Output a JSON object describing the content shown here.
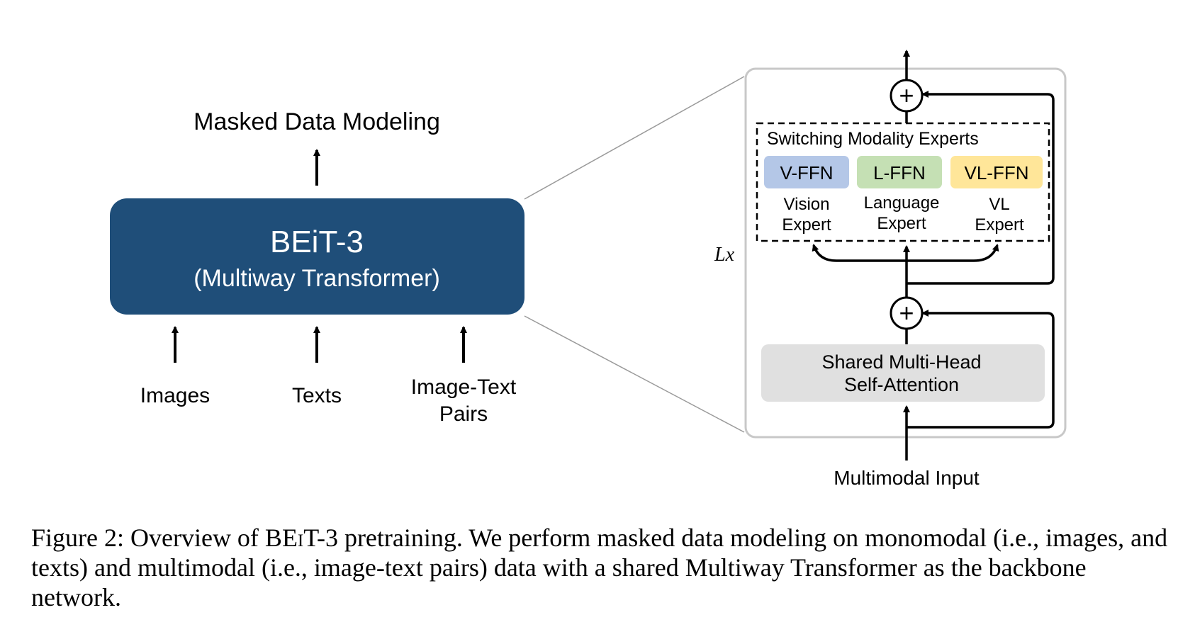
{
  "left": {
    "output_label": "Masked Data Modeling",
    "model_name": "BEiT-3",
    "model_subtitle": "(Multiway Transformer)",
    "inputs": [
      {
        "label": "Images"
      },
      {
        "label": "Texts"
      },
      {
        "label": "Image-Text",
        "label2": "Pairs"
      }
    ]
  },
  "right": {
    "experts_title": "Switching Modality Experts",
    "experts": [
      {
        "name": "V-FFN",
        "desc1": "Vision",
        "desc2": "Expert",
        "color": "#b4c7e7"
      },
      {
        "name": "L-FFN",
        "desc1": "Language",
        "desc2": "Expert",
        "color": "#c5e0b4"
      },
      {
        "name": "VL-FFN",
        "desc1": "VL",
        "desc2": "Expert",
        "color": "#ffe699"
      }
    ],
    "attention_line1": "Shared Multi-Head",
    "attention_line2": "Self-Attention",
    "plus_symbol": "+",
    "repeat_label": "Lx",
    "input_label": "Multimodal Input"
  },
  "colors": {
    "model_block": "#1f4e79",
    "attention_block": "#e0e0e0",
    "outer_frame": "#c8c8c8"
  },
  "caption": {
    "prefix": "Figure 2:  Overview of B",
    "smallcaps": "Ei",
    "rest": "T-3 pretraining. We perform masked data modeling on monomodal (i.e., images, and texts) and multimodal (i.e., image-text pairs) data with a shared Multiway Transformer as the backbone network."
  }
}
